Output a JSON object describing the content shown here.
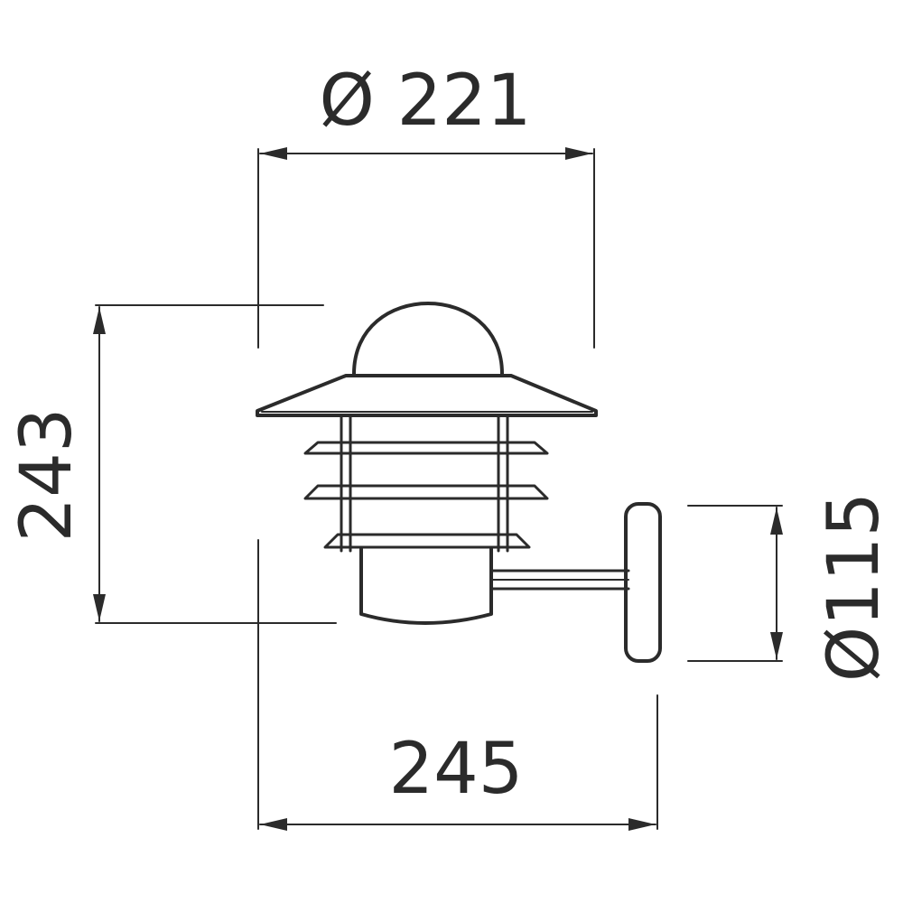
{
  "drawing": {
    "dimensions": {
      "top_diameter": "Ø 221",
      "height": "243",
      "bottom_width": "245",
      "base_diameter": "Ø115"
    },
    "colors": {
      "line": "#2b2b2b",
      "background": "#ffffff"
    }
  }
}
